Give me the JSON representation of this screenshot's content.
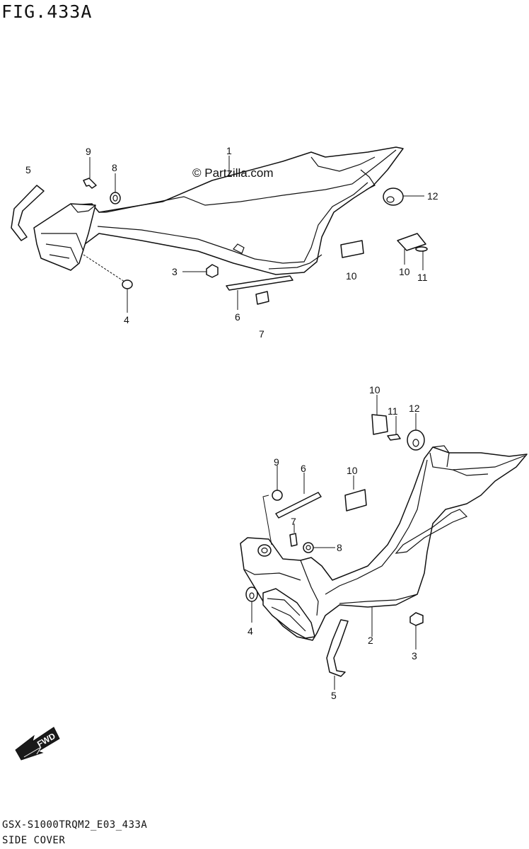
{
  "figure": {
    "title": "FIG.433A"
  },
  "watermark": "© Partzilla.com",
  "footer": {
    "code": "GSX-S1000TRQM2_E03_433A",
    "name": "SIDE COVER"
  },
  "fwd_label": "FWD",
  "upper_callouts": {
    "c1": "1",
    "c3": "3",
    "c4": "4",
    "c5": "5",
    "c6": "6",
    "c7": "7",
    "c8": "8",
    "c9": "9",
    "c10a": "10",
    "c10b": "10",
    "c11": "11",
    "c12": "12"
  },
  "lower_callouts": {
    "c2": "2",
    "c3": "3",
    "c4": "4",
    "c5": "5",
    "c6": "6",
    "c7": "7",
    "c8": "8",
    "c9": "9",
    "c10a": "10",
    "c10b": "10",
    "c11": "11",
    "c12": "12"
  }
}
